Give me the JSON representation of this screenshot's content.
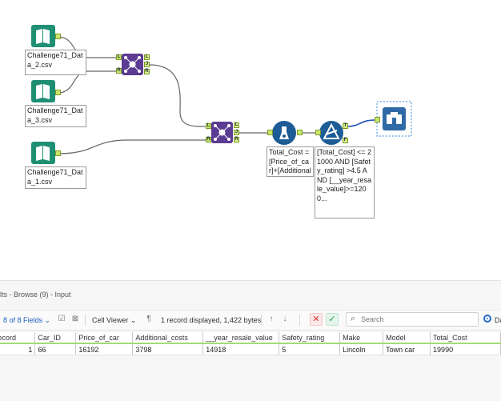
{
  "workflow": {
    "inputs": [
      {
        "label": "Challenge71_Data_2.csv"
      },
      {
        "label": "Challenge71_Data_3.csv"
      },
      {
        "label": "Challenge71_Data_1.csv"
      }
    ],
    "join1": {
      "anchors": {
        "left": "L",
        "right": "R",
        "out_left": "L",
        "out_join": "J",
        "out_right": "R"
      }
    },
    "join2": {
      "anchors": {
        "left": "L",
        "right": "R",
        "out_left": "L",
        "out_join": "J",
        "out_right": "R"
      }
    },
    "formula": {
      "label": "Total_Cost = [Price_of_car]+[Additional_cos"
    },
    "filter": {
      "label": "[Total_Cost] <= 21000 AND [Safety_rating] >4.5 AND [__year_resale_value]>=1200...",
      "anchors": {
        "true": "T",
        "false": "F"
      }
    },
    "browse": {},
    "colors": {
      "input": "#1f8f73",
      "join": "#5b3c92",
      "formula": "#1d5c95",
      "filter": "#1d5c95",
      "browse": "#2f6aa6",
      "wire": "#666666",
      "selected_wire": "#1f4fb8"
    }
  },
  "results": {
    "title": "lts - Browse (9) - Input",
    "fields_label": "8 of 8 Fields",
    "cell_viewer_label": "Cell Viewer",
    "record_info": "1 record displayed, 1,422 bytes",
    "search_placeholder": "Search",
    "right_cut_label": "Da",
    "columns": [
      "Record",
      "Car_ID",
      "Price_of_car",
      "Additional_costs",
      "__year_resale_value",
      "Safety_rating",
      "Make",
      "Model",
      "Total_Cost"
    ],
    "rows": [
      {
        "record": "1",
        "car_id": "66",
        "price_of_car": "16192",
        "additional_costs": "3798",
        "year_resale_value": "14918",
        "safety_rating": "5",
        "make": "Lincoln",
        "model": "Town car",
        "total_cost": "19990"
      }
    ]
  }
}
